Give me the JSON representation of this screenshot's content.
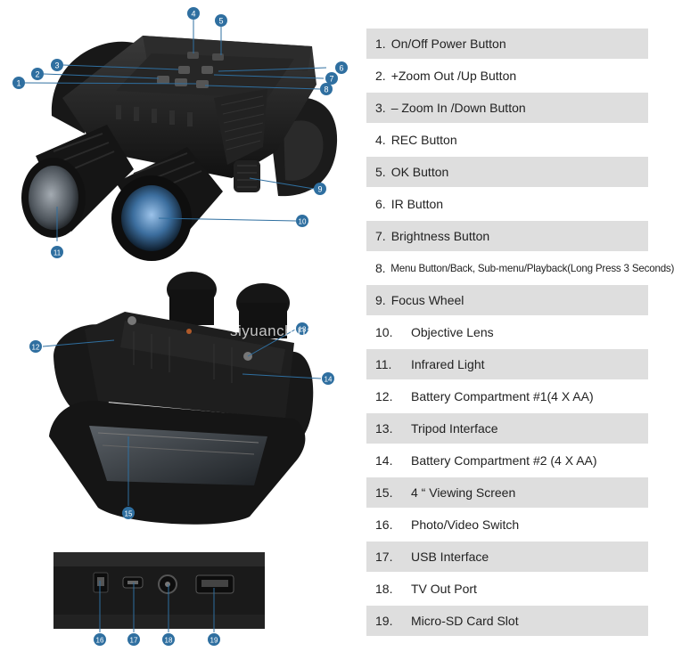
{
  "watermark": "siyuanchina.en",
  "colors": {
    "callout": "#2f6fa0",
    "row_shade": "#dedede",
    "device_body": "#1c1c1c"
  },
  "callouts": [
    "1",
    "2",
    "3",
    "4",
    "5",
    "6",
    "7",
    "8",
    "9",
    "10",
    "11",
    "12",
    "13",
    "14",
    "15",
    "16",
    "17",
    "18",
    "19"
  ],
  "legend": [
    {
      "num": "1.",
      "label": "On/Off Power Button"
    },
    {
      "num": "2.",
      "label": "+Zoom Out /Up Button"
    },
    {
      "num": "3.",
      "label": "– Zoom In /Down Button"
    },
    {
      "num": "4.",
      "label": "REC Button"
    },
    {
      "num": "5.",
      "label": "OK Button"
    },
    {
      "num": "6.",
      "label": "IR Button"
    },
    {
      "num": "7.",
      "label": "Brightness Button"
    },
    {
      "num": "8.",
      "label": "Menu Button/Back, Sub-menu/Playback(Long Press 3 Seconds)"
    },
    {
      "num": "9.",
      "label": "Focus Wheel"
    },
    {
      "num": "10.",
      "label": "Objective Lens"
    },
    {
      "num": "11.",
      "label": "Infrared Light"
    },
    {
      "num": "12.",
      "label": "Battery Compartment #1(4 X AA)"
    },
    {
      "num": "13.",
      "label": "Tripod Interface"
    },
    {
      "num": "14.",
      "label": "Battery Compartment #2 (4 X AA)"
    },
    {
      "num": "15.",
      "label": "4 “ Viewing Screen"
    },
    {
      "num": "16.",
      "label": "Photo/Video Switch"
    },
    {
      "num": "17.",
      "label": "USB Interface"
    },
    {
      "num": "18.",
      "label": "TV Out Port"
    },
    {
      "num": "19.",
      "label": "Micro-SD Card Slot"
    }
  ]
}
